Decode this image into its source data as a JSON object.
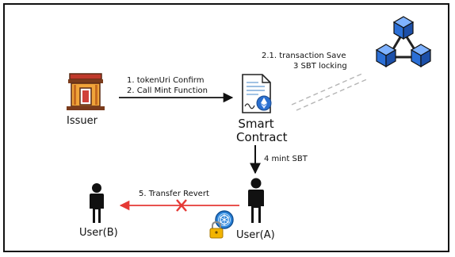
{
  "nodes": {
    "issuer": "Issuer",
    "smart_contract_line1": "Smart",
    "smart_contract_line2": "Contract",
    "user_a": "User(A)",
    "user_b": "User(B)"
  },
  "edges": {
    "mint_step1": "1.   tokenUri Confirm",
    "mint_step2": "2.   Call Mint Function",
    "chain_line1": "2.1. transaction Save",
    "chain_line2": "3 SBT locking",
    "mint_sbt": "4 mint SBT",
    "transfer_revert": "5. Transfer Revert"
  },
  "icons": {
    "issuer": "bank-building-icon",
    "contract": "contract-document-icon",
    "blockchain": "blockchain-network-icon",
    "user_a": "person-icon",
    "user_b": "person-icon",
    "sbt_token": "sbt-token-icon",
    "lock": "padlock-icon",
    "blocked": "red-x-icon"
  },
  "colors": {
    "arrow": "#111111",
    "transfer_arrow": "#e53935",
    "dashed_link": "#b5b5b5",
    "building": "#e0912c",
    "chain_cube": "#2b6fd6",
    "token": "#2a82d8",
    "lock": "#f2b400"
  }
}
